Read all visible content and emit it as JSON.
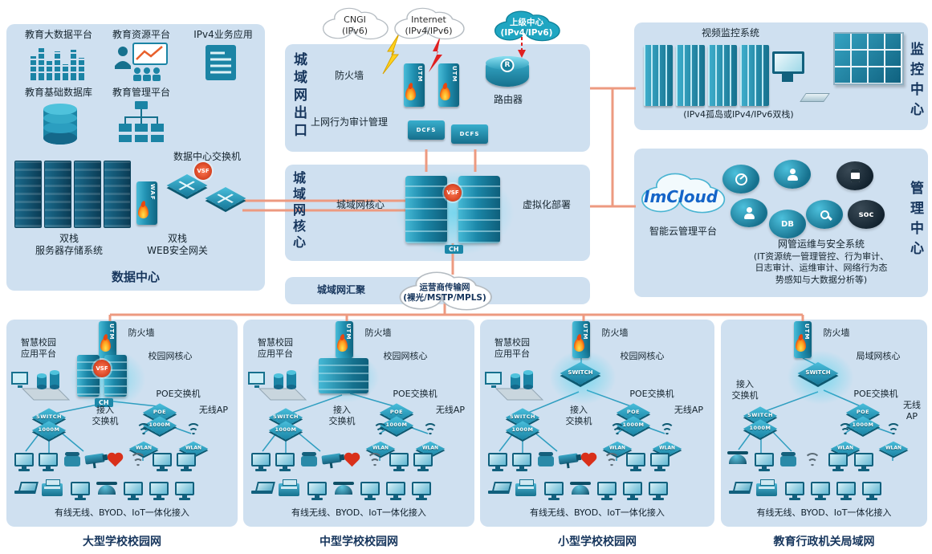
{
  "colors": {
    "panel": "#cfe0f0",
    "device_teal": "#1b84a5",
    "line_salmon": "#ed9a80",
    "title_navy": "#17365d",
    "accent_red": "#e02020"
  },
  "clouds": {
    "cngi": "CNGI\n(IPv6)",
    "internet": "Internet\n(IPv4/IPv6)",
    "upper": "上级中心\n(IPv4/IPv6)",
    "transport": "运营商传输网\n(裸光/MSTP/MPLS)"
  },
  "exit": {
    "title": "城域网出口",
    "firewall": "防火墙",
    "audit": "上网行为审计管理",
    "router": "路由器"
  },
  "core": {
    "title": "城域网核心",
    "core_label": "城域网核心",
    "virtualization": "虚拟化部署"
  },
  "aggregation": {
    "label": "城域网汇聚"
  },
  "datacenter": {
    "title": "数据中心",
    "big_data": "教育大数据平台",
    "resource": "教育资源平台",
    "ipv4_app": "IPv4业务应用",
    "base_db": "教育基础数据库",
    "mgmt": "教育管理平台",
    "dc_switch": "数据中心交换机",
    "dual_server": "双栈\n服务器存储系统",
    "dual_waf": "双栈\nWEB安全网关"
  },
  "monitoring": {
    "title": "监控中心",
    "video": "视频监控系统",
    "stack": "(IPv4孤岛或IPv4/IPv6双栈)"
  },
  "management": {
    "title": "管理中心",
    "imcloud": "ImCloud",
    "platform": "智能云管理平台",
    "noc_title": "网管运维与安全系统",
    "noc_desc": "(IT资源统一管理管控、行为审计、\n日志审计、运维审计、网络行为态\n势感知与大数据分析等)"
  },
  "device_labels": {
    "utm": "UTM",
    "dcfs": "DCFS",
    "vsf": "VSF",
    "ch": "CH",
    "waf": "WAF",
    "switch": "SWITCH",
    "m1000": "1000M",
    "poe": "POE",
    "wlan": "WLAN",
    "db": "DB",
    "soc": "soc",
    "router_r": "R"
  },
  "campuses": [
    {
      "title": "大型学校校园网",
      "app_platform": "智慧校园\n应用平台",
      "firewall": "防火墙",
      "core": "校园网核心",
      "access": "接入\n交换机",
      "poe": "POE交换机",
      "ap": "无线AP",
      "bottom": "有线无线、BYOD、IoT一体化接入"
    },
    {
      "title": "中型学校校园网",
      "app_platform": "智慧校园\n应用平台",
      "firewall": "防火墙",
      "core": "校园网核心",
      "access": "接入\n交换机",
      "poe": "POE交换机",
      "ap": "无线AP",
      "bottom": "有线无线、BYOD、IoT一体化接入"
    },
    {
      "title": "小型学校校园网",
      "app_platform": "智慧校园\n应用平台",
      "firewall": "防火墙",
      "core": "校园网核心",
      "access": "接入\n交换机",
      "poe": "POE交换机",
      "ap": "无线AP",
      "bottom": "有线无线、BYOD、IoT一体化接入"
    },
    {
      "title": "教育行政机关局域网",
      "firewall": "防火墙",
      "core": "局域网核心",
      "access": "接入\n交换机",
      "poe": "POE交换机",
      "ap": "无线\nAP",
      "bottom": "有线无线、BYOD、IoT一体化接入"
    }
  ]
}
